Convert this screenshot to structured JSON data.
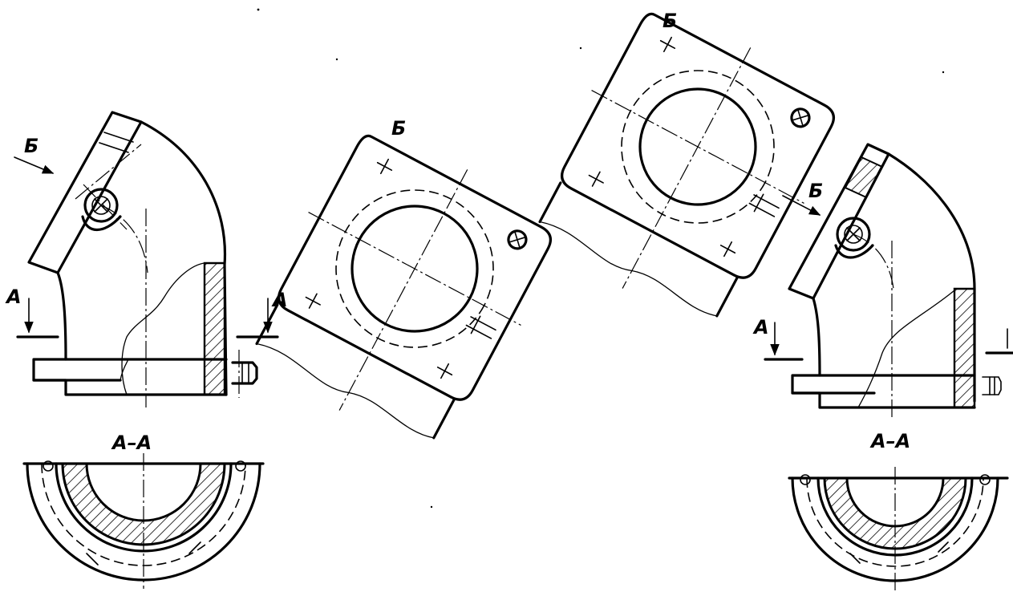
{
  "labels": {
    "view_b": "Б",
    "section_a": "А",
    "section_aa": "А–А"
  },
  "colors": {
    "ink": "#000000",
    "paper": "#ffffff"
  }
}
